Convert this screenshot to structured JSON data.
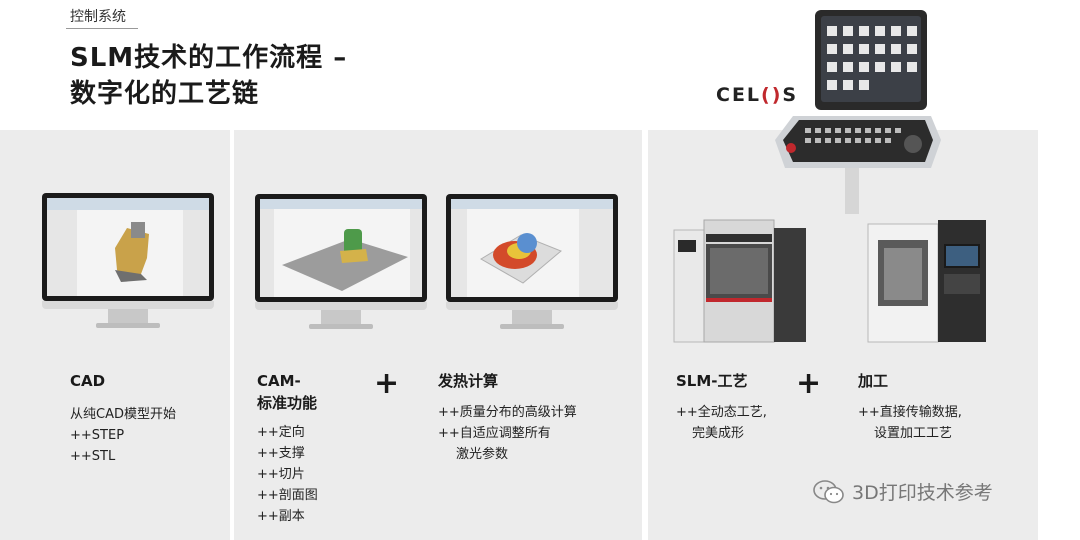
{
  "header": {
    "category": "控制系统",
    "title_line1": "SLM技术的工作流程 –",
    "title_line2": "数字化的工艺链"
  },
  "celos_logo": {
    "text_a": "CEL",
    "text_mark": "()",
    "text_b": "S"
  },
  "columns": {
    "cad": {
      "label": "CAD",
      "lines": [
        "从纯CAD模型开始",
        "++STEP",
        "++STL"
      ]
    },
    "cam": {
      "label_line1": "CAM-",
      "label_line2": "标准功能",
      "lines": [
        "++定向",
        "++支撑",
        "++切片",
        "++剖面图",
        "++副本"
      ]
    },
    "heat": {
      "label": "发热计算",
      "lines": [
        "++质量分布的高级计算",
        "++自适应调整所有",
        "激光参数"
      ]
    },
    "slm": {
      "label": "SLM-工艺",
      "lines": [
        "++全动态工艺,",
        "完美成形"
      ]
    },
    "machining": {
      "label": "加工",
      "lines": [
        "++直接传输数据,",
        "设置加工工艺"
      ]
    }
  },
  "plus_signs": [
    "+",
    "+"
  ],
  "watermark": {
    "text": "3D打印技术参考",
    "icon": "wechat-icon"
  },
  "colors": {
    "panel": "#ececec",
    "accent_red": "#c0282d"
  }
}
